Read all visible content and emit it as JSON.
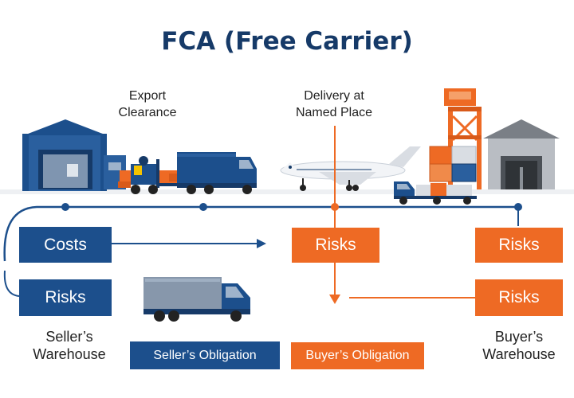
{
  "title": "FCA (Free Carrier)",
  "labels": {
    "export_clearance": [
      "Export",
      "Clearance"
    ],
    "delivery_point": [
      "Delivery at",
      "Named Place"
    ]
  },
  "boxes": {
    "costs": "Costs",
    "seller_risks": "Risks",
    "delivery_risks": "Risks",
    "buyer_risks_top": "Risks",
    "buyer_risks_bottom": "Risks"
  },
  "sides": {
    "seller": [
      "Seller’s",
      "Warehouse"
    ],
    "buyer": [
      "Buyer’s",
      "Warehouse"
    ]
  },
  "legend": {
    "seller_obligation": "Seller’s Obligation",
    "buyer_obligation": "Buyer’s Obligation"
  },
  "colors": {
    "seller": "#1c4f8c",
    "buyer": "#ee6a24",
    "title": "#163a68"
  },
  "icons": [
    "warehouse-icon",
    "forklift-icon",
    "delivery-truck-icon",
    "airplane-icon",
    "port-crane-icon",
    "container-truck-icon",
    "buyer-warehouse-icon",
    "lorry-icon"
  ]
}
